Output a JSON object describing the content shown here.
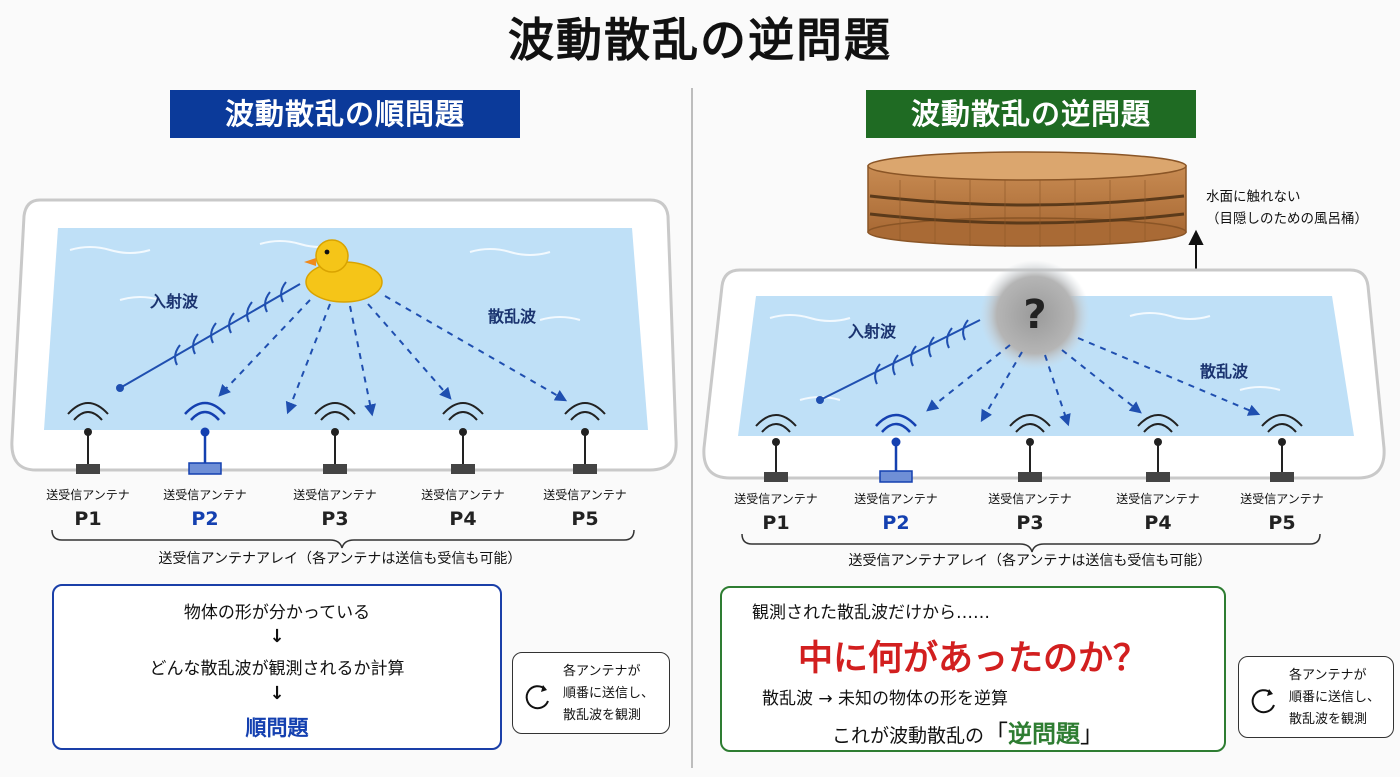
{
  "title": "波動散乱の逆問題",
  "left": {
    "banner": "波動散乱の順問題",
    "incident_label": "入射波",
    "scattered_label": "散乱波",
    "antennas": [
      {
        "id": "P1",
        "label": "送受信アンテナ"
      },
      {
        "id": "P2",
        "label": "送受信アンテナ"
      },
      {
        "id": "P3",
        "label": "送受信アンテナ"
      },
      {
        "id": "P4",
        "label": "送受信アンテナ"
      },
      {
        "id": "P5",
        "label": "送受信アンテナ"
      }
    ],
    "array_caption": "送受信アンテナアレイ（各アンテナは送信も受信も可能）",
    "box": {
      "line1": "物体の形が分かっている",
      "arrow1": "↓",
      "line2": "どんな散乱波が観測されるか計算",
      "arrow2": "↓",
      "result": "順問題"
    },
    "side_note": [
      "各アンテナが",
      "順番に送信し、",
      "散乱波を観測"
    ]
  },
  "right": {
    "banner": "波動散乱の逆問題",
    "tub_note": [
      "水面に触れない",
      "（目隠しのための風呂桶）"
    ],
    "unknown_mark": "?",
    "incident_label": "入射波",
    "scattered_label": "散乱波",
    "antennas": [
      {
        "id": "P1",
        "label": "送受信アンテナ"
      },
      {
        "id": "P2",
        "label": "送受信アンテナ"
      },
      {
        "id": "P3",
        "label": "送受信アンテナ"
      },
      {
        "id": "P4",
        "label": "送受信アンテナ"
      },
      {
        "id": "P5",
        "label": "送受信アンテナ"
      }
    ],
    "array_caption": "送受信アンテナアレイ（各アンテナは送信も受信も可能）",
    "box": {
      "intro": "観測された散乱波だけから……",
      "question": "中に何があったのか？",
      "line": "散乱波 → 未知の物体の形を逆算",
      "conclusion_pre": "これが波動散乱の",
      "conclusion_open": "「",
      "conclusion_key": "逆問題",
      "conclusion_close": "」"
    },
    "side_note": [
      "各アンテナが",
      "順番に送信し、",
      "散乱波を観測"
    ]
  },
  "colors": {
    "forward_accent": "#0b3a9a",
    "inverse_accent": "#1f6b23",
    "question_red": "#d21f1f",
    "water": "#bfe0f7",
    "wave_blue": "#1f4fb0"
  }
}
